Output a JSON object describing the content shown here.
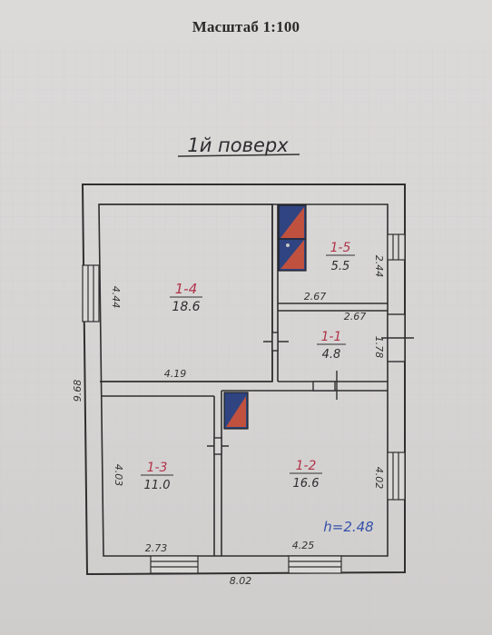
{
  "header": {
    "scale_label": "Масштаб 1:100",
    "floor_label": "1й поверх"
  },
  "rooms": [
    {
      "id": "1-4",
      "area": "18.6"
    },
    {
      "id": "1-5",
      "area": "5.5"
    },
    {
      "id": "1-1",
      "area": "4.8"
    },
    {
      "id": "1-3",
      "area": "11.0"
    },
    {
      "id": "1-2",
      "area": "16.6"
    }
  ],
  "dimensions": {
    "d_444": "4.44",
    "d_419": "4.19",
    "d_968": "9.68",
    "d_267a": "2.67",
    "d_267b": "2.67",
    "d_244": "2.44",
    "d_178": "1.78",
    "d_403": "4.03",
    "d_273": "2.73",
    "d_402": "4.02",
    "d_425": "4.25",
    "d_802": "8.02"
  },
  "notes": {
    "height": "h=2.48"
  },
  "colors": {
    "stove_red": "#c0513f",
    "stove_blue": "#3c4f8f",
    "room_id": "#b0344a",
    "note": "#3550a8"
  }
}
